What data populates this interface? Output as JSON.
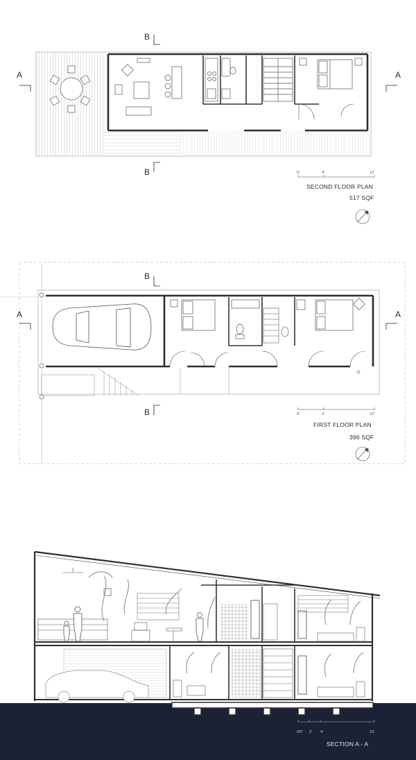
{
  "second_floor": {
    "title": "SECOND FLOOR PLAN",
    "area": "517 SQF",
    "section_marks": [
      "A",
      "A",
      "B",
      "B"
    ],
    "scale_ticks": [
      "0'",
      "4'",
      "12'"
    ]
  },
  "first_floor": {
    "title": "FIRST FLOOR PLAN",
    "area": "396 SQF",
    "section_marks": [
      "A",
      "A",
      "B",
      "B"
    ],
    "scale_ticks": [
      "0'",
      "4'",
      "12'"
    ]
  },
  "section": {
    "title": "SECTION A - A",
    "scale_ticks": [
      "0'6\"",
      "2'",
      "4'",
      "12'"
    ]
  },
  "icons": [
    "north-arrow-icon",
    "car-icon",
    "bed-icon",
    "toilet-icon",
    "stair-icon",
    "person-icon"
  ],
  "colors": {
    "line": "#3a3a3a",
    "ground": "#1c2236",
    "hatch": "#bdbdbd",
    "wall": "#2e2e2e"
  }
}
